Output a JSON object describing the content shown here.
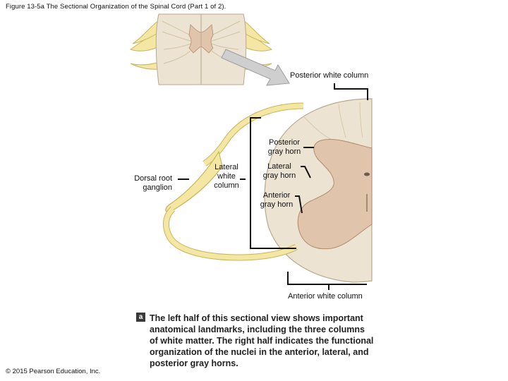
{
  "figure_title": "Figure 13-5a The Sectional Organization of the Spinal Cord (Part 1 of 2).",
  "labels": {
    "posterior_white_column": "Posterior white column",
    "posterior_gray_horn": "Posterior gray horn",
    "dorsal_root_ganglion": "Dorsal root ganglion",
    "lateral_white_column": "Lateral white column",
    "lateral_gray_horn": "Lateral gray horn",
    "anterior_gray_horn": "Anterior gray horn",
    "anterior_white_column": "Anterior white column"
  },
  "caption": {
    "badge": "a",
    "text": "The left half of this sectional view shows important anatomical landmarks, including the three columns of white matter. The right half indicates the functional organization of the nuclei in the anterior, lateral, and posterior gray horns."
  },
  "copyright": "© 2015 Pearson Education, Inc.",
  "colors": {
    "white_matter": "#ece3d3",
    "gray_matter": "#e0c4ab",
    "nerve": "#f4e7a3",
    "nerve_outline": "#c9b45a",
    "arrow": "#c8c8c8"
  }
}
